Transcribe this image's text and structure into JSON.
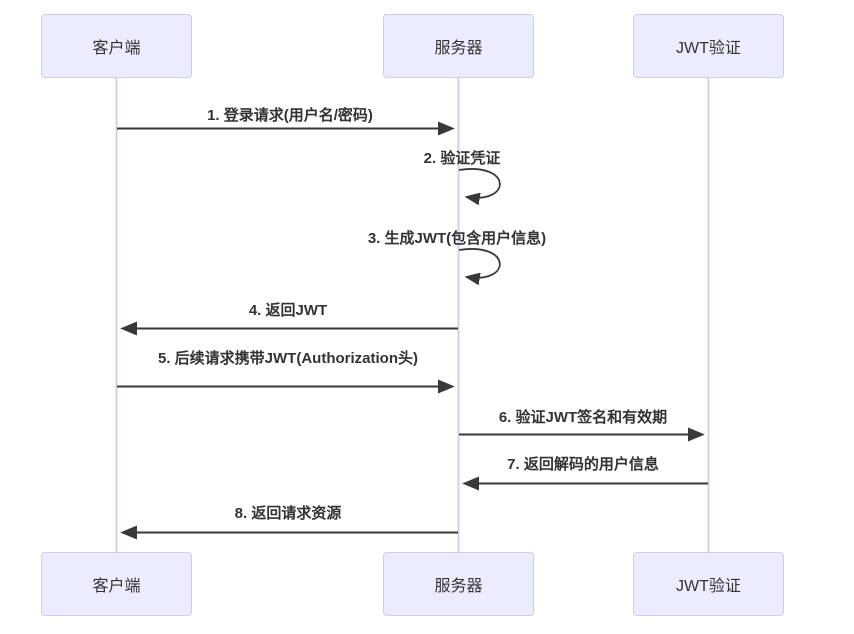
{
  "diagram": {
    "type": "sequence-diagram",
    "actors": [
      {
        "id": "client",
        "label": "客户端"
      },
      {
        "id": "server",
        "label": "服务器"
      },
      {
        "id": "jwt",
        "label": "JWT验证"
      }
    ],
    "messages": [
      {
        "num": 1,
        "label": "1. 登录请求(用户名/密码)",
        "from": "客户端",
        "to": "服务器",
        "kind": "solid-arrow",
        "direction": "right"
      },
      {
        "num": 2,
        "label": "2. 验证凭证",
        "from": "服务器",
        "to": "服务器",
        "kind": "self-loop",
        "direction": "self"
      },
      {
        "num": 3,
        "label": "3. 生成JWT(包含用户信息)",
        "from": "服务器",
        "to": "服务器",
        "kind": "self-loop",
        "direction": "self"
      },
      {
        "num": 4,
        "label": "4. 返回JWT",
        "from": "服务器",
        "to": "客户端",
        "kind": "solid-arrow",
        "direction": "left"
      },
      {
        "num": 5,
        "label": "5. 后续请求携带JWT(Authorization头)",
        "from": "客户端",
        "to": "服务器",
        "kind": "solid-arrow",
        "direction": "right"
      },
      {
        "num": 6,
        "label": "6. 验证JWT签名和有效期",
        "from": "服务器",
        "to": "JWT验证",
        "kind": "solid-arrow",
        "direction": "right"
      },
      {
        "num": 7,
        "label": "7. 返回解码的用户信息",
        "from": "JWT验证",
        "to": "服务器",
        "kind": "solid-arrow",
        "direction": "left"
      },
      {
        "num": 8,
        "label": "8. 返回请求资源",
        "from": "服务器",
        "to": "客户端",
        "kind": "solid-arrow",
        "direction": "left"
      }
    ],
    "colors": {
      "actor_fill": "#ECECFF",
      "actor_border": "#CFCCE8",
      "lifeline": "#D5CFEE",
      "arrow": "#393939",
      "text": "#333333",
      "background": "#FFFFFF"
    }
  }
}
